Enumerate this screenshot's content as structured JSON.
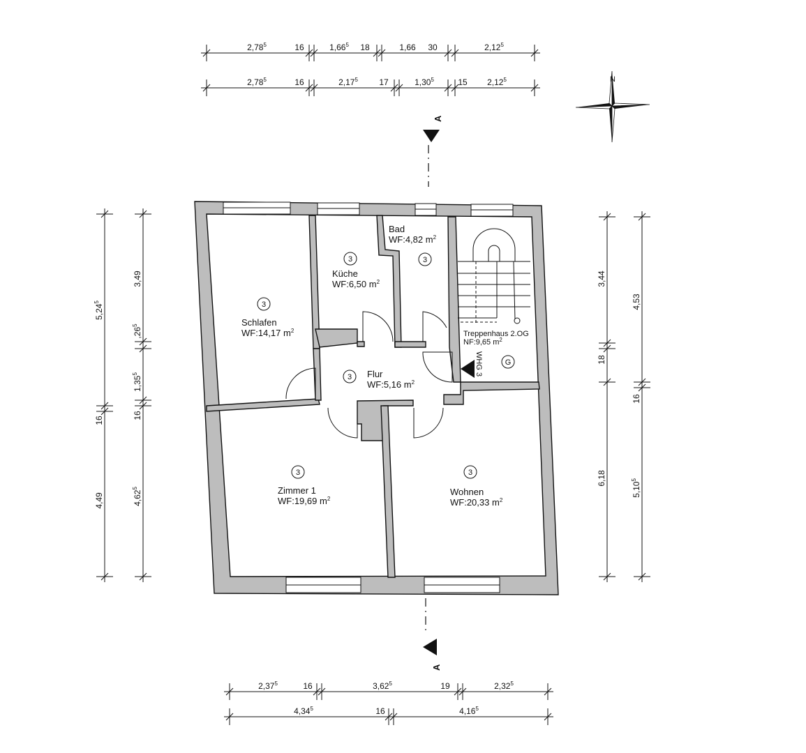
{
  "plan": {
    "rooms": [
      {
        "id": "schlafen",
        "apartment": "3",
        "name": "Schlafen",
        "area_prefix": "WF:",
        "area": "14,17 m",
        "area_unit_sup": "2"
      },
      {
        "id": "kueche",
        "apartment": "3",
        "name": "Küche",
        "area_prefix": "WF:",
        "area": "6,50 m",
        "area_unit_sup": "2"
      },
      {
        "id": "bad",
        "apartment": "3",
        "name": "Bad",
        "area_prefix": "WF:",
        "area": "4,82 m",
        "area_unit_sup": "2"
      },
      {
        "id": "flur",
        "apartment": "3",
        "name": "Flur",
        "area_prefix": "WF:",
        "area": "5,16 m",
        "area_unit_sup": "2"
      },
      {
        "id": "zimmer1",
        "apartment": "3",
        "name": "Zimmer 1",
        "area_prefix": "WF:",
        "area": "19,69 m",
        "area_unit_sup": "2"
      },
      {
        "id": "wohnen",
        "apartment": "3",
        "name": "Wohnen",
        "area_prefix": "WF:",
        "area": "20,33 m",
        "area_unit_sup": "2"
      },
      {
        "id": "treppenhaus",
        "apartment": "G",
        "name": "Treppenhaus 2.OG",
        "area_prefix": "NF:",
        "area": "9,65 m",
        "area_unit_sup": "2"
      }
    ],
    "entrance_label": "WHG 3",
    "section_marker": "A",
    "north_label": "N"
  },
  "dimensions": {
    "top_row1": [
      {
        "main": "2,78",
        "sup": "5"
      },
      {
        "main": "16",
        "sup": ""
      },
      {
        "main": "1,66",
        "sup": "5"
      },
      {
        "main": "18",
        "sup": ""
      },
      {
        "main": "1,66",
        "sup": ""
      },
      {
        "main": "30",
        "sup": ""
      },
      {
        "main": "2,12",
        "sup": "5"
      }
    ],
    "top_row2": [
      {
        "main": "2,78",
        "sup": "5"
      },
      {
        "main": "16",
        "sup": ""
      },
      {
        "main": "2,17",
        "sup": "5"
      },
      {
        "main": "17",
        "sup": ""
      },
      {
        "main": "1,30",
        "sup": "5"
      },
      {
        "main": "15",
        "sup": ""
      },
      {
        "main": "2,12",
        "sup": "5"
      }
    ],
    "bottom_row1": [
      {
        "main": "2,37",
        "sup": "5"
      },
      {
        "main": "16",
        "sup": ""
      },
      {
        "main": "3,62",
        "sup": "5"
      },
      {
        "main": "19",
        "sup": ""
      },
      {
        "main": "2,32",
        "sup": "5"
      }
    ],
    "bottom_row2": [
      {
        "main": "4,34",
        "sup": "5"
      },
      {
        "main": "16",
        "sup": ""
      },
      {
        "main": "4,16",
        "sup": "5"
      }
    ],
    "left_outer": [
      {
        "main": "5,24",
        "sup": "5"
      },
      {
        "main": "16",
        "sup": ""
      },
      {
        "main": "4,49",
        "sup": ""
      }
    ],
    "left_inner": [
      {
        "main": "3,49",
        "sup": ""
      },
      {
        "main": ",26",
        "sup": "5"
      },
      {
        "main": "1,35",
        "sup": "5"
      },
      {
        "main": "16",
        "sup": ""
      },
      {
        "main": "4,62",
        "sup": "5"
      }
    ],
    "right_inner": [
      {
        "main": "3,44",
        "sup": ""
      },
      {
        "main": "18",
        "sup": ""
      },
      {
        "main": "6,18",
        "sup": ""
      }
    ],
    "right_outer": [
      {
        "main": "4,53",
        "sup": ""
      },
      {
        "main": "16",
        "sup": ""
      },
      {
        "main": "5,10",
        "sup": "5"
      }
    ]
  }
}
